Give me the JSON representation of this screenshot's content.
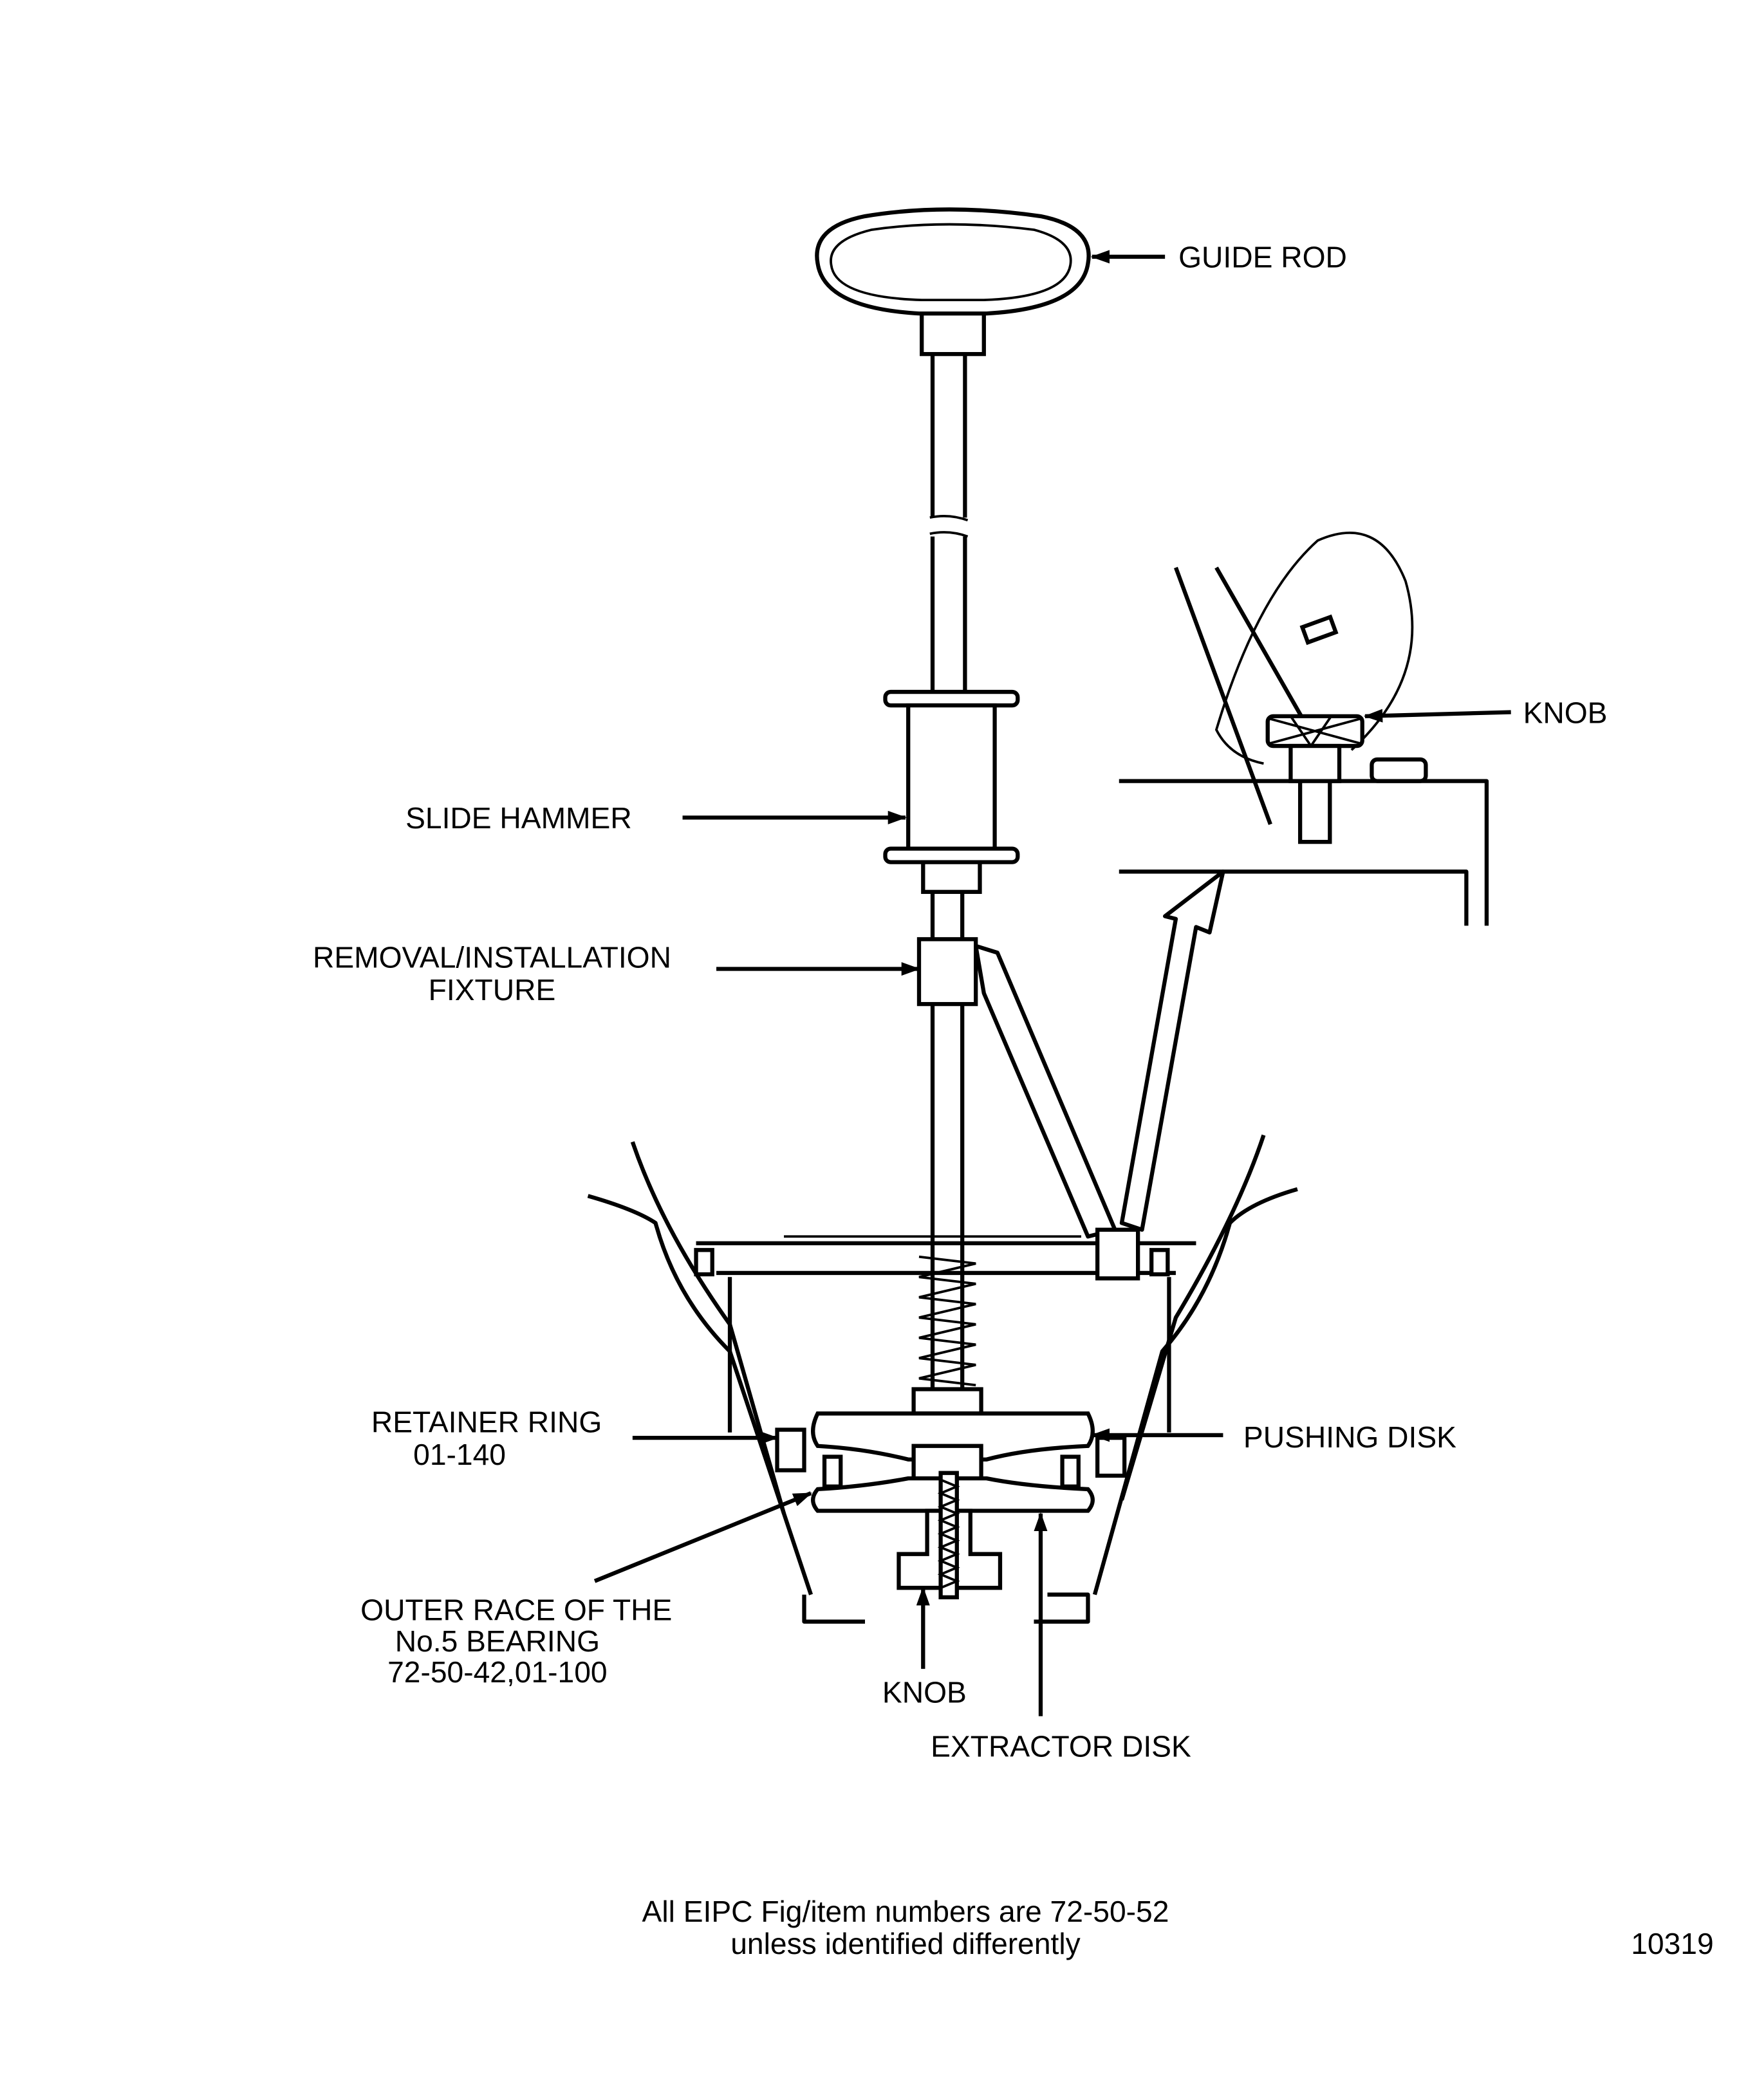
{
  "figure": {
    "labels": {
      "guide_rod": "GUIDE ROD",
      "knob_detail": "KNOB",
      "slide_hammer": "SLIDE HAMMER",
      "fixture_line1": "REMOVAL/INSTALLATION",
      "fixture_line2": "FIXTURE",
      "retainer_line1": "RETAINER RING",
      "retainer_line2": "01-140",
      "pushing_disk": "PUSHING DISK",
      "outer_race_line1": "OUTER RACE OF THE",
      "outer_race_line2": "No.5 BEARING",
      "outer_race_line3": "72-50-42,01-100",
      "knob_bottom": "KNOB",
      "extractor_disk": "EXTRACTOR DISK"
    },
    "footer": {
      "note_line1": "All EIPC Fig/item numbers are 72-50-52",
      "note_line2": "unless identified differently",
      "figure_number": "10319"
    }
  }
}
